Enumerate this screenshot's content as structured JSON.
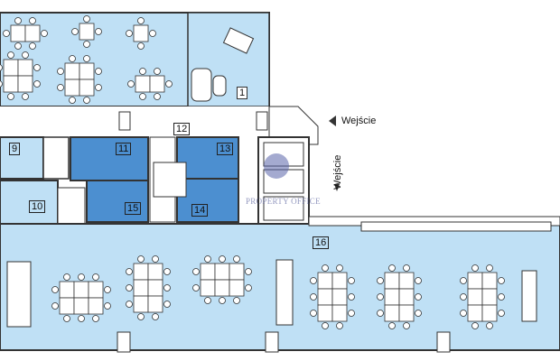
{
  "plan": {
    "colors": {
      "office_floor": "#bfe0f5",
      "wet_room": "#4c8fd0",
      "walls": "#333333",
      "corridor": "#ffffff"
    },
    "rooms": [
      {
        "id": "1",
        "label": "1"
      },
      {
        "id": "9",
        "label": "9"
      },
      {
        "id": "10",
        "label": "10"
      },
      {
        "id": "11",
        "label": "11"
      },
      {
        "id": "12",
        "label": "12"
      },
      {
        "id": "13",
        "label": "13"
      },
      {
        "id": "14",
        "label": "14"
      },
      {
        "id": "15",
        "label": "15"
      },
      {
        "id": "16",
        "label": "16"
      }
    ],
    "entrance_label": "Wejście",
    "entrance_label_vertical": "Wejście",
    "watermark": "PROPERTY OFFICE",
    "watermark_logo_icon": "property-office-logo-icon"
  }
}
